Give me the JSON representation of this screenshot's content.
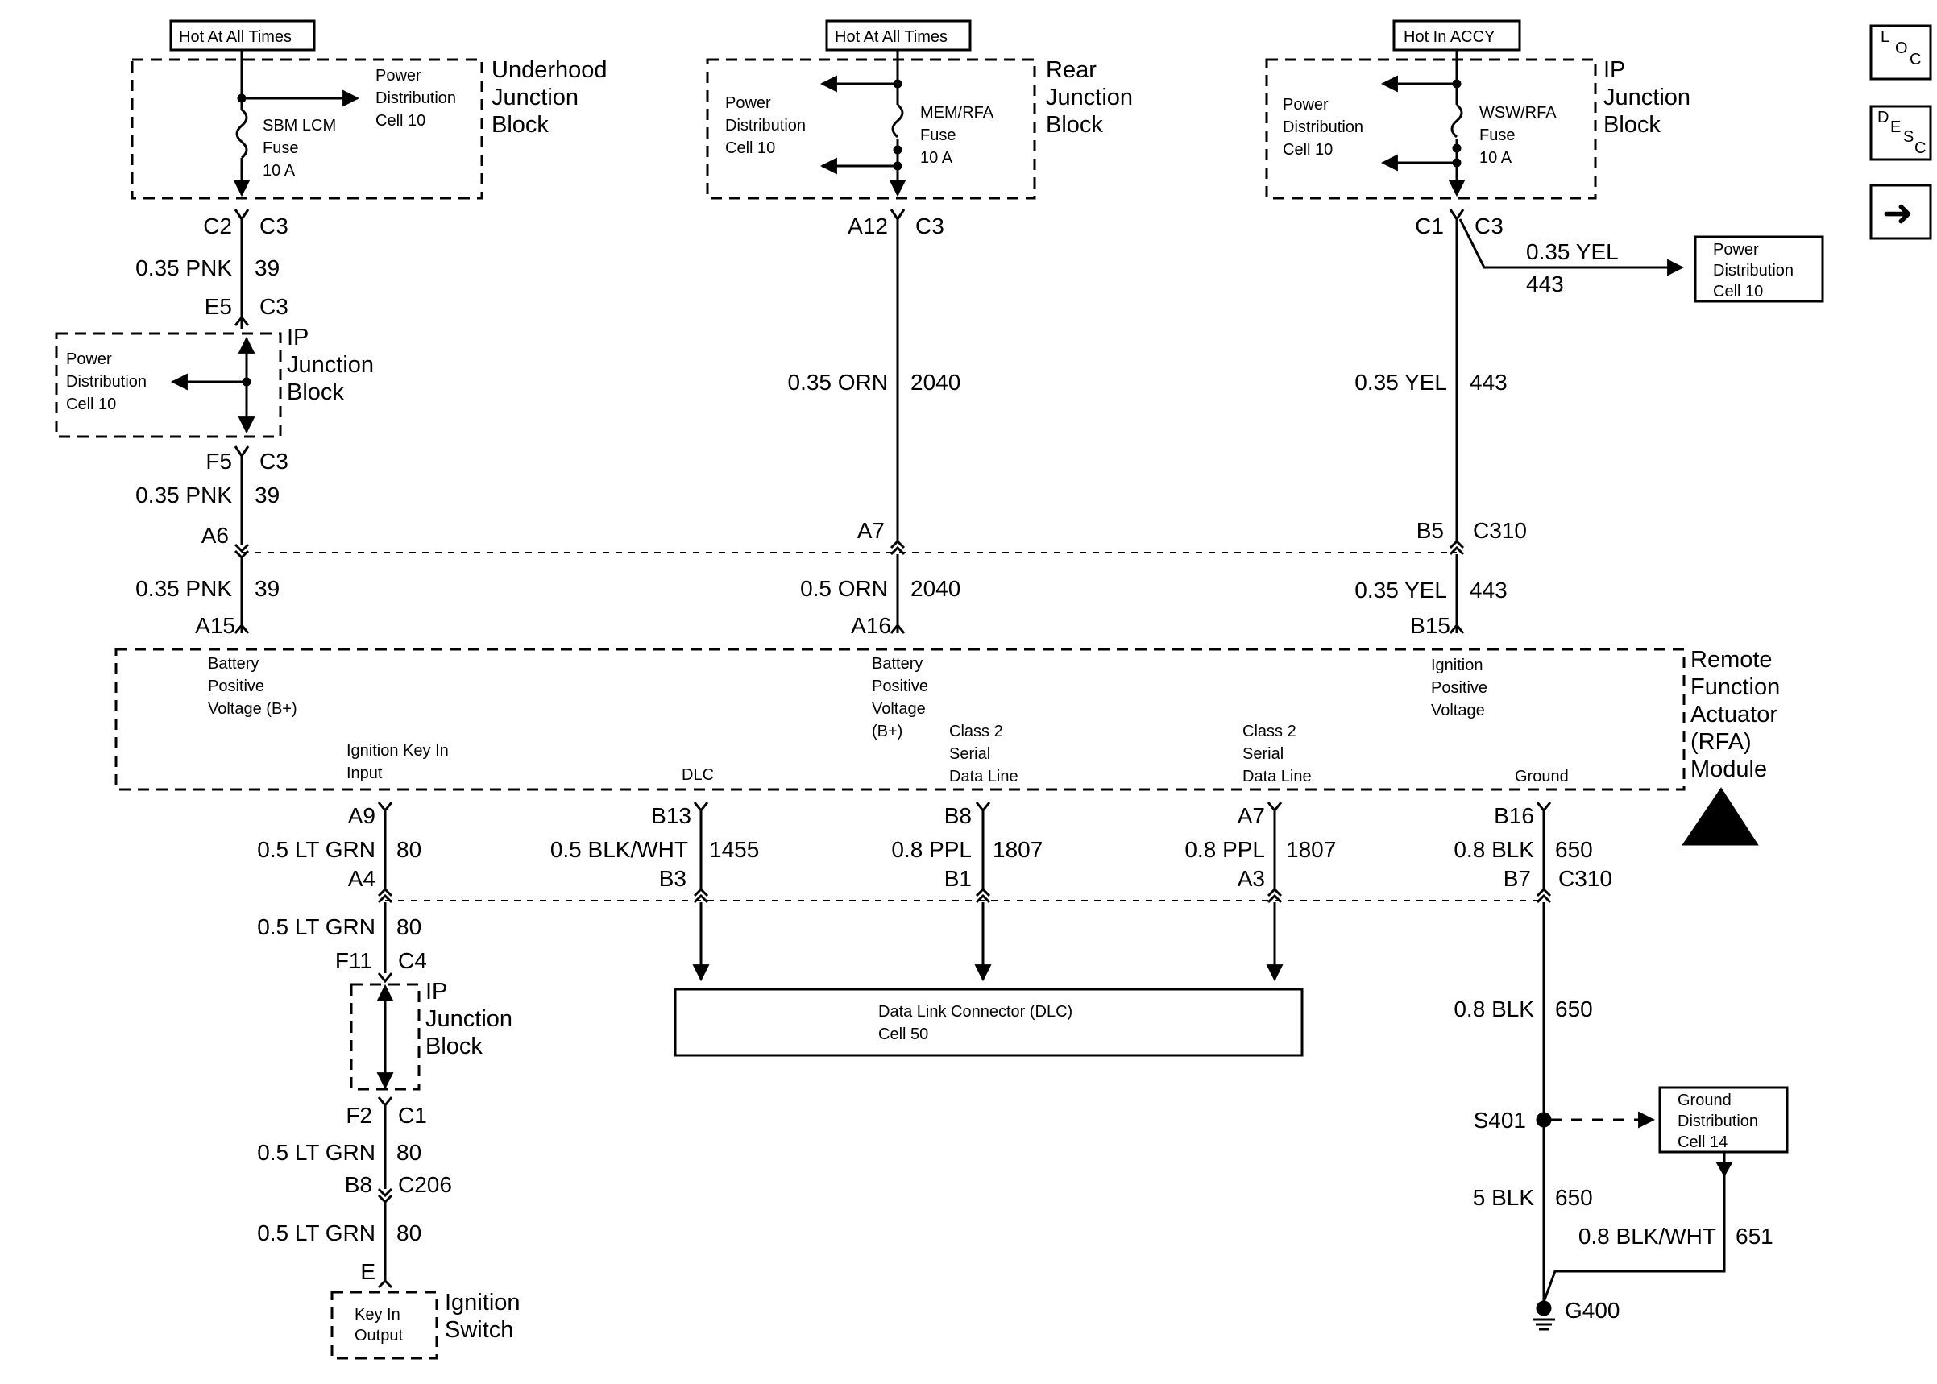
{
  "supplies": {
    "left": "Hot At All Times",
    "center": "Hot At All Times",
    "right": "Hot In ACCY"
  },
  "nav": {
    "loc_l": "L",
    "loc_o": "O",
    "loc_c": "C",
    "desc_d": "D",
    "desc_e": "E",
    "desc_s": "S",
    "desc_c": "C",
    "next": "➜"
  },
  "underhood_jb": {
    "name1": "Underhood",
    "name2": "Junction",
    "name3": "Block",
    "fuse1": "SBM LCM",
    "fuse2": "Fuse",
    "fuse3": "10 A",
    "pd1": "Power",
    "pd2": "Distribution",
    "pd3": "Cell 10"
  },
  "rear_jb": {
    "name1": "Rear",
    "name2": "Junction",
    "name3": "Block",
    "fuse1": "MEM/RFA",
    "fuse2": "Fuse",
    "fuse3": "10 A",
    "pd1": "Power",
    "pd2": "Distribution",
    "pd3": "Cell 10"
  },
  "ip_jb_right": {
    "name1": "IP",
    "name2": "Junction",
    "name3": "Block",
    "fuse1": "WSW/RFA",
    "fuse2": "Fuse",
    "fuse3": "10 A",
    "pd1": "Power",
    "pd2": "Distribution",
    "pd3": "Cell 10"
  },
  "ip_jb_left": {
    "name1": "IP",
    "name2": "Junction",
    "name3": "Block",
    "pd1": "Power",
    "pd2": "Distribution",
    "pd3": "Cell 10"
  },
  "ip_jb_lower": {
    "name1": "IP",
    "name2": "Junction",
    "name3": "Block"
  },
  "pd_box_right": {
    "l1": "Power",
    "l2": "Distribution",
    "l3": "Cell 10"
  },
  "ground_box": {
    "l1": "Ground",
    "l2": "Distribution",
    "l3": "Cell 14"
  },
  "dlc_box": {
    "l1": "Data Link Connector (DLC)",
    "l2": "Cell 50"
  },
  "ign_switch": {
    "name1": "Ignition",
    "name2": "Switch",
    "inner1": "Key In",
    "inner2": "Output"
  },
  "module": {
    "name1": "Remote",
    "name2": "Function",
    "name3": "Actuator",
    "name4": "(RFA)",
    "name5": "Module",
    "bat1": [
      "Battery",
      "Positive",
      "Voltage (B+)"
    ],
    "bat2": [
      "Battery",
      "Positive",
      "Voltage",
      "(B+)"
    ],
    "ign": [
      "Ignition",
      "Positive",
      "Voltage"
    ],
    "key": [
      "Ignition Key In",
      "Input"
    ],
    "dlc": "DLC",
    "class2a": [
      "Class 2",
      "Serial",
      "Data Line"
    ],
    "class2b": [
      "Class 2",
      "Serial",
      "Data Line"
    ],
    "ground": "Ground"
  },
  "col1": {
    "c2": "C2",
    "c3a": "C3",
    "w1": "0.35 PNK",
    "n1": "39",
    "e5": "E5",
    "c3b": "C3",
    "f5": "F5",
    "c3c": "C3",
    "w2": "0.35 PNK",
    "n2": "39",
    "a6": "A6",
    "w3": "0.35 PNK",
    "n3": "39",
    "a15": "A15"
  },
  "col2": {
    "a12": "A12",
    "c3": "C3",
    "w1": "0.35 ORN",
    "n1": "2040",
    "a7": "A7",
    "w2": "0.5 ORN",
    "n2": "2040",
    "a16": "A16"
  },
  "col3": {
    "c1": "C1",
    "c3": "C3",
    "bw": "0.35 YEL",
    "bn": "443",
    "w1": "0.35 YEL",
    "n1": "443",
    "b5": "B5",
    "c310": "C310",
    "w2": "0.35 YEL",
    "n2": "443",
    "b15": "B15"
  },
  "lower": {
    "a9": "A9",
    "k_w1": "0.5 LT GRN",
    "k_n1": "80",
    "a4": "A4",
    "k_w2": "0.5 LT GRN",
    "k_n2": "80",
    "f11": "F11",
    "c4": "C4",
    "f2": "F2",
    "c1": "C1",
    "k_w3": "0.5 LT GRN",
    "k_n3": "80",
    "b8c": "B8",
    "c206": "C206",
    "k_w4": "0.5 LT GRN",
    "k_n4": "80",
    "e": "E",
    "b13": "B13",
    "d_w": "0.5 BLK/WHT",
    "d_n": "1455",
    "b3": "B3",
    "b8": "B8",
    "p1_w": "0.8 PPL",
    "p1_n": "1807",
    "b1": "B1",
    "a7": "A7",
    "p2_w": "0.8 PPL",
    "p2_n": "1807",
    "a3": "A3",
    "b16": "B16",
    "g_w1": "0.8 BLK",
    "g_n1": "650",
    "b7": "B7",
    "c310": "C310",
    "g_w2": "0.8 BLK",
    "g_n2": "650",
    "s401": "S401",
    "g_w3": "5 BLK",
    "g_n3": "650",
    "g_w4": "0.8 BLK/WHT",
    "g_n4": "651",
    "g400": "G400"
  },
  "colors": {
    "ink": "#000000",
    "background": "#ffffff"
  }
}
